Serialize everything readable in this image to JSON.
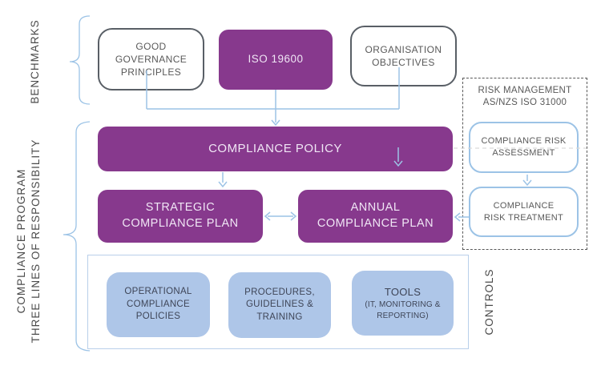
{
  "colors": {
    "purple": "#87398d",
    "purple_box_text": "#f0e6f5",
    "light_blue_fill": "#aec6e8",
    "line_blue": "#9cc3e6",
    "gray_border": "#595f66",
    "gray_text": "#595959",
    "dark_blue_text": "#3e4557",
    "faint_line": "#d9d9d9"
  },
  "side_labels": {
    "benchmarks": "BENCHMARKS",
    "compliance_program_line1": "COMPLIANCE PROGRAM",
    "compliance_program_line2": "THREE LINES OF RESPONSIBILITY",
    "controls": "CONTROLS"
  },
  "benchmarks_row": {
    "good_governance": "GOOD GOVERNANCE PRINCIPLES",
    "iso": "ISO 19600",
    "organisation": "ORGANISATION OBJECTIVES"
  },
  "program": {
    "policy": "COMPLIANCE POLICY",
    "strategic_plan": "STRATEGIC COMPLIANCE PLAN",
    "annual_plan": "ANNUAL COMPLIANCE PLAN"
  },
  "risk_panel": {
    "title_line1": "RISK MANAGEMENT",
    "title_line2": "AS/NZS ISO 31000",
    "assessment": "COMPLIANCE RISK ASSESSMENT",
    "treatment": "COMPLIANCE RISK TREATMENT"
  },
  "controls_row": {
    "operational": "OPERATIONAL COMPLIANCE POLICIES",
    "procedures": "PROCEDURES, GUIDELINES & TRAINING",
    "tools_title": "TOOLS",
    "tools_sub": "(IT, MONITORING & REPORTING)"
  }
}
